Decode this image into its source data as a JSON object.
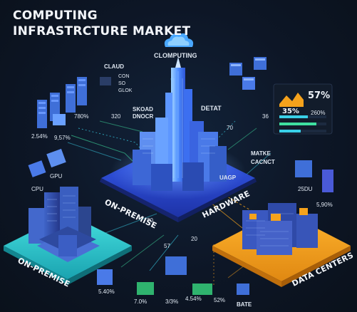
{
  "header": {
    "title_line1": "COMPUTING",
    "title_line2": "INFRASTRCTURE MARKET"
  },
  "cloud": {
    "label": "CLOMPUTING",
    "legend": [
      "CLAUD",
      "CON",
      "SO",
      "GLOK"
    ]
  },
  "labels": {
    "skoad": "SKOAD",
    "dnocr": "DNOCR",
    "detat": "DETAT",
    "pct_780": "780%",
    "num_320": "320",
    "pct_254": "2.54%",
    "pct_957": "9,57%",
    "gpu": "GPU",
    "cpu": "CPU",
    "uagp": "UAGP",
    "matke": "MATKE",
    "cacnct": "CACNCT",
    "num_36": "36",
    "num_70": "70",
    "num_20": "20",
    "num_57": "57",
    "num_20b": "20",
    "sdu": "25DU",
    "pct_590": "5,90%",
    "pct_540": "5.40%",
    "pct_70": "7.0%",
    "pct_33": "3/3%",
    "pct_454": "4.54%",
    "num_52": "52%",
    "bate": "BATE"
  },
  "planes": {
    "on_premise_center": "ON-PREMISE",
    "on_premise_left": "ON-PREMISE",
    "hardware": "HARDWARE",
    "data_centers": "DATA CENTERS"
  },
  "stats_panel": {
    "top_value": "57%",
    "left_value": "35%",
    "right_value": "260%"
  },
  "colors": {
    "background": "#0d1520",
    "teal_platform": "#2fc7c9",
    "blue_platform": "#2a4fd0",
    "orange_platform": "#f5a21c",
    "accent_cyan": "#39d0e8",
    "accent_green": "#3fe0a0"
  }
}
